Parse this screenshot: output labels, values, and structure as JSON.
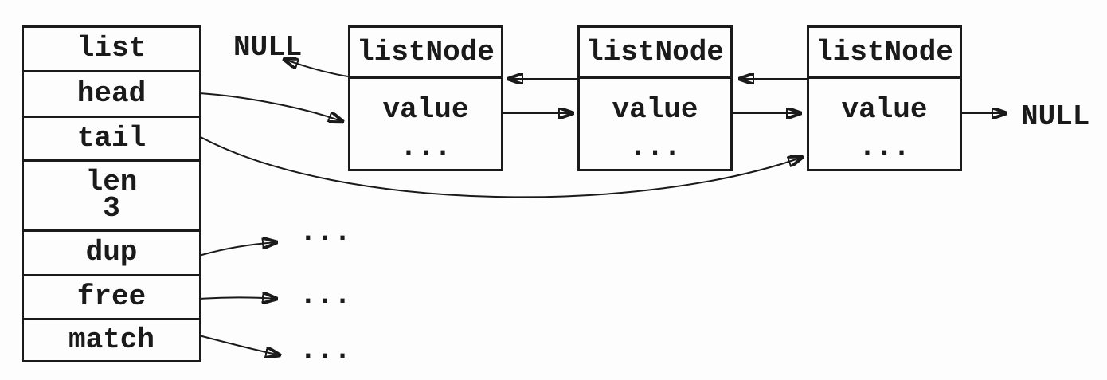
{
  "diagram": {
    "colors": {
      "background": "#fdfdfd",
      "line": "#1a1a1a"
    },
    "list_struct": {
      "title": "list",
      "fields": {
        "head": "head",
        "tail": "tail",
        "len_label": "len",
        "len_value": "3",
        "dup": "dup",
        "free": "free",
        "match": "match"
      }
    },
    "nodes": [
      {
        "title": "listNode",
        "value_label": "value",
        "ellipsis": "..."
      },
      {
        "title": "listNode",
        "value_label": "value",
        "ellipsis": "..."
      },
      {
        "title": "listNode",
        "value_label": "value",
        "ellipsis": "..."
      }
    ],
    "labels": {
      "null_prev": "NULL",
      "null_next": "NULL",
      "dup_target": "...",
      "free_target": "...",
      "match_target": "..."
    }
  }
}
